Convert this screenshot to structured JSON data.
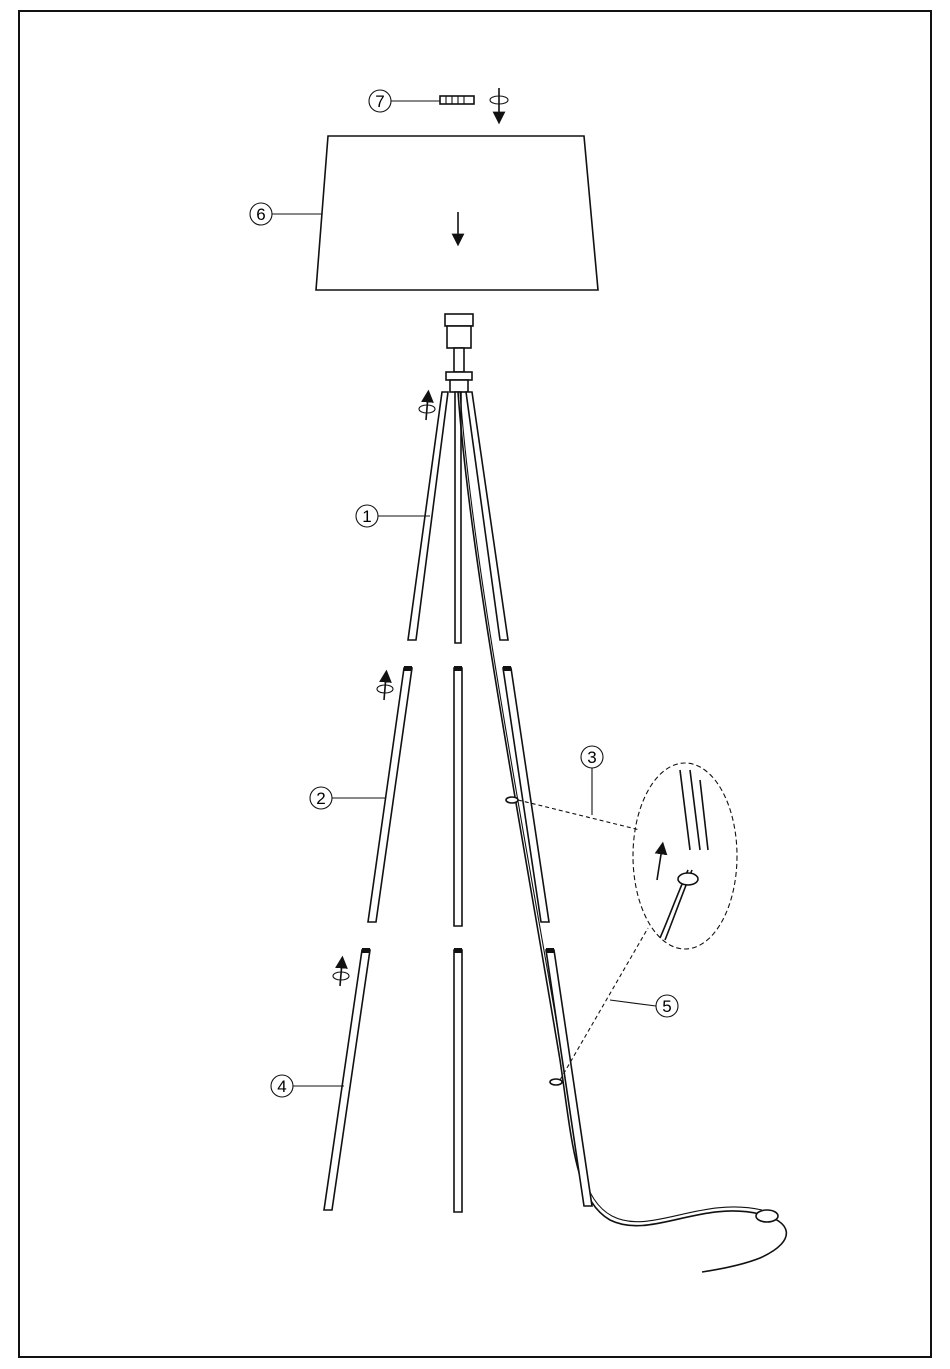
{
  "callouts": {
    "c1": "1",
    "c2": "2",
    "c3": "3",
    "c4": "4",
    "c5": "5",
    "c6": "6",
    "c7": "7"
  },
  "colors": {
    "line": "#111111",
    "background": "#ffffff"
  },
  "icons": [
    "rotate-arrow-icon",
    "down-arrow-icon",
    "up-arrow-icon"
  ]
}
